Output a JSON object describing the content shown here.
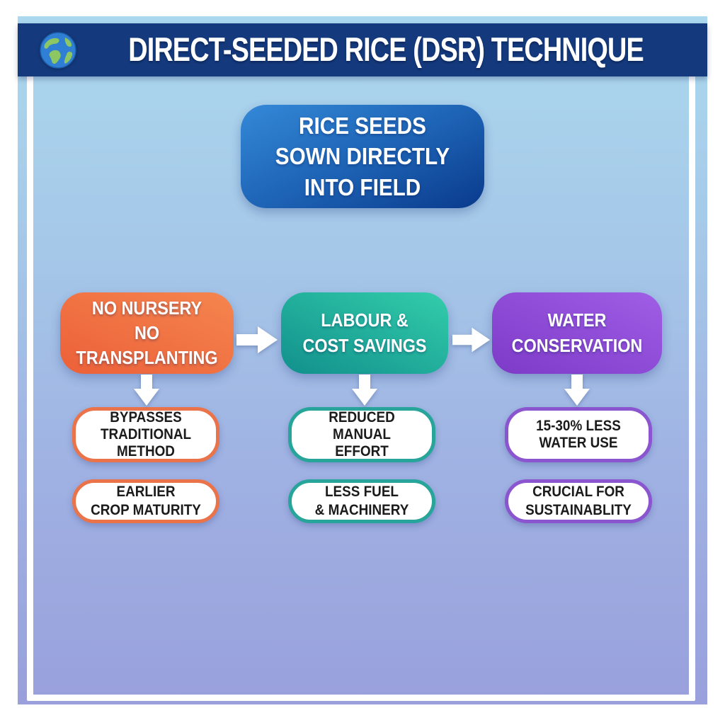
{
  "colors": {
    "navy": "#143a7d",
    "panel-top": "#abd8ee",
    "panel-mid": "#a5c7e8",
    "panel-bottom": "#99a0dc",
    "main-blue-light": "#3489d8",
    "main-blue-dark": "#0a3a8c",
    "orange-light": "#f5854f",
    "orange-dark": "#ec6038",
    "teal-light": "#33cdab",
    "teal-dark": "#11908c",
    "purple-light": "#a05ee6",
    "purple-dark": "#7d3ac7",
    "border-orange": "#ea7349",
    "border-teal": "#27a59b",
    "border-purple": "#8a55cf",
    "text-dark": "#1b1b1b"
  },
  "header": {
    "icon": "globe-icon",
    "title": "DIRECT-SEEDED RICE (DSR) TECHNIQUE"
  },
  "main_box": {
    "lines": [
      "RICE SEEDS",
      "SOWN DIRECTLY",
      "INTO FIELD"
    ]
  },
  "columns": [
    {
      "stage": {
        "color": "orange",
        "lines": [
          "NO NURSERY",
          "NO TRANSPLANTING"
        ]
      },
      "sub_boxes": [
        {
          "lines": [
            "BYPASSES",
            "TRADITIONAL",
            "METHOD"
          ]
        },
        {
          "lines": [
            "EARLIER",
            "CROP MATURITY"
          ]
        }
      ]
    },
    {
      "stage": {
        "color": "teal",
        "lines": [
          "LABOUR &",
          "COST SAVINGS"
        ]
      },
      "sub_boxes": [
        {
          "lines": [
            "REDUCED",
            "MANUAL",
            "EFFORT"
          ]
        },
        {
          "lines": [
            "LESS FUEL",
            "& MACHINERY"
          ]
        }
      ]
    },
    {
      "stage": {
        "color": "purple",
        "lines": [
          "WATER",
          "CONSERVATION"
        ]
      },
      "sub_boxes": [
        {
          "lines": [
            "15-30% LESS",
            "WATER USE"
          ]
        },
        {
          "lines": [
            "CRUCIAL FOR",
            "SUSTAINABLITY"
          ]
        }
      ]
    }
  ]
}
